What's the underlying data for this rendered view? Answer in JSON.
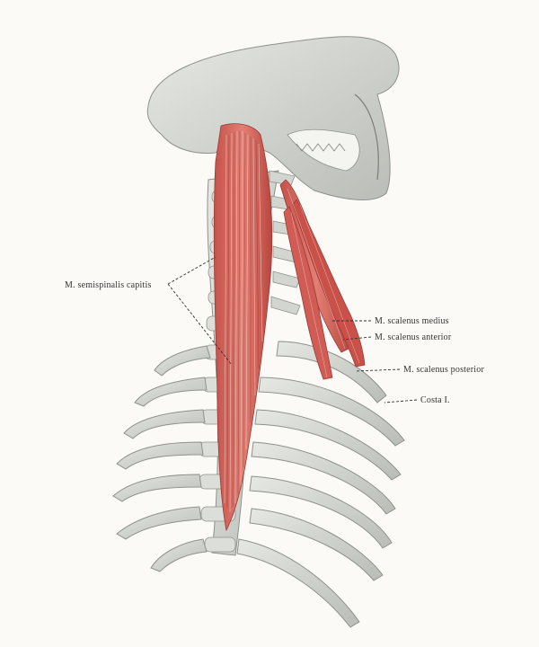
{
  "labels": {
    "semispinalis": "M. semispinalis capitis",
    "scalenus_medius": "M. scalenus medius",
    "scalenus_anterior": "M. scalenus anterior",
    "scalenus_posterior": "M. scalenus posterior",
    "costa": "Costa I."
  },
  "colors": {
    "bone": "#d9dcd6",
    "bone_shadow": "#a8aca6",
    "muscle": "#d7675f",
    "muscle_dark": "#a8403a",
    "background": "#fbfaf7"
  }
}
